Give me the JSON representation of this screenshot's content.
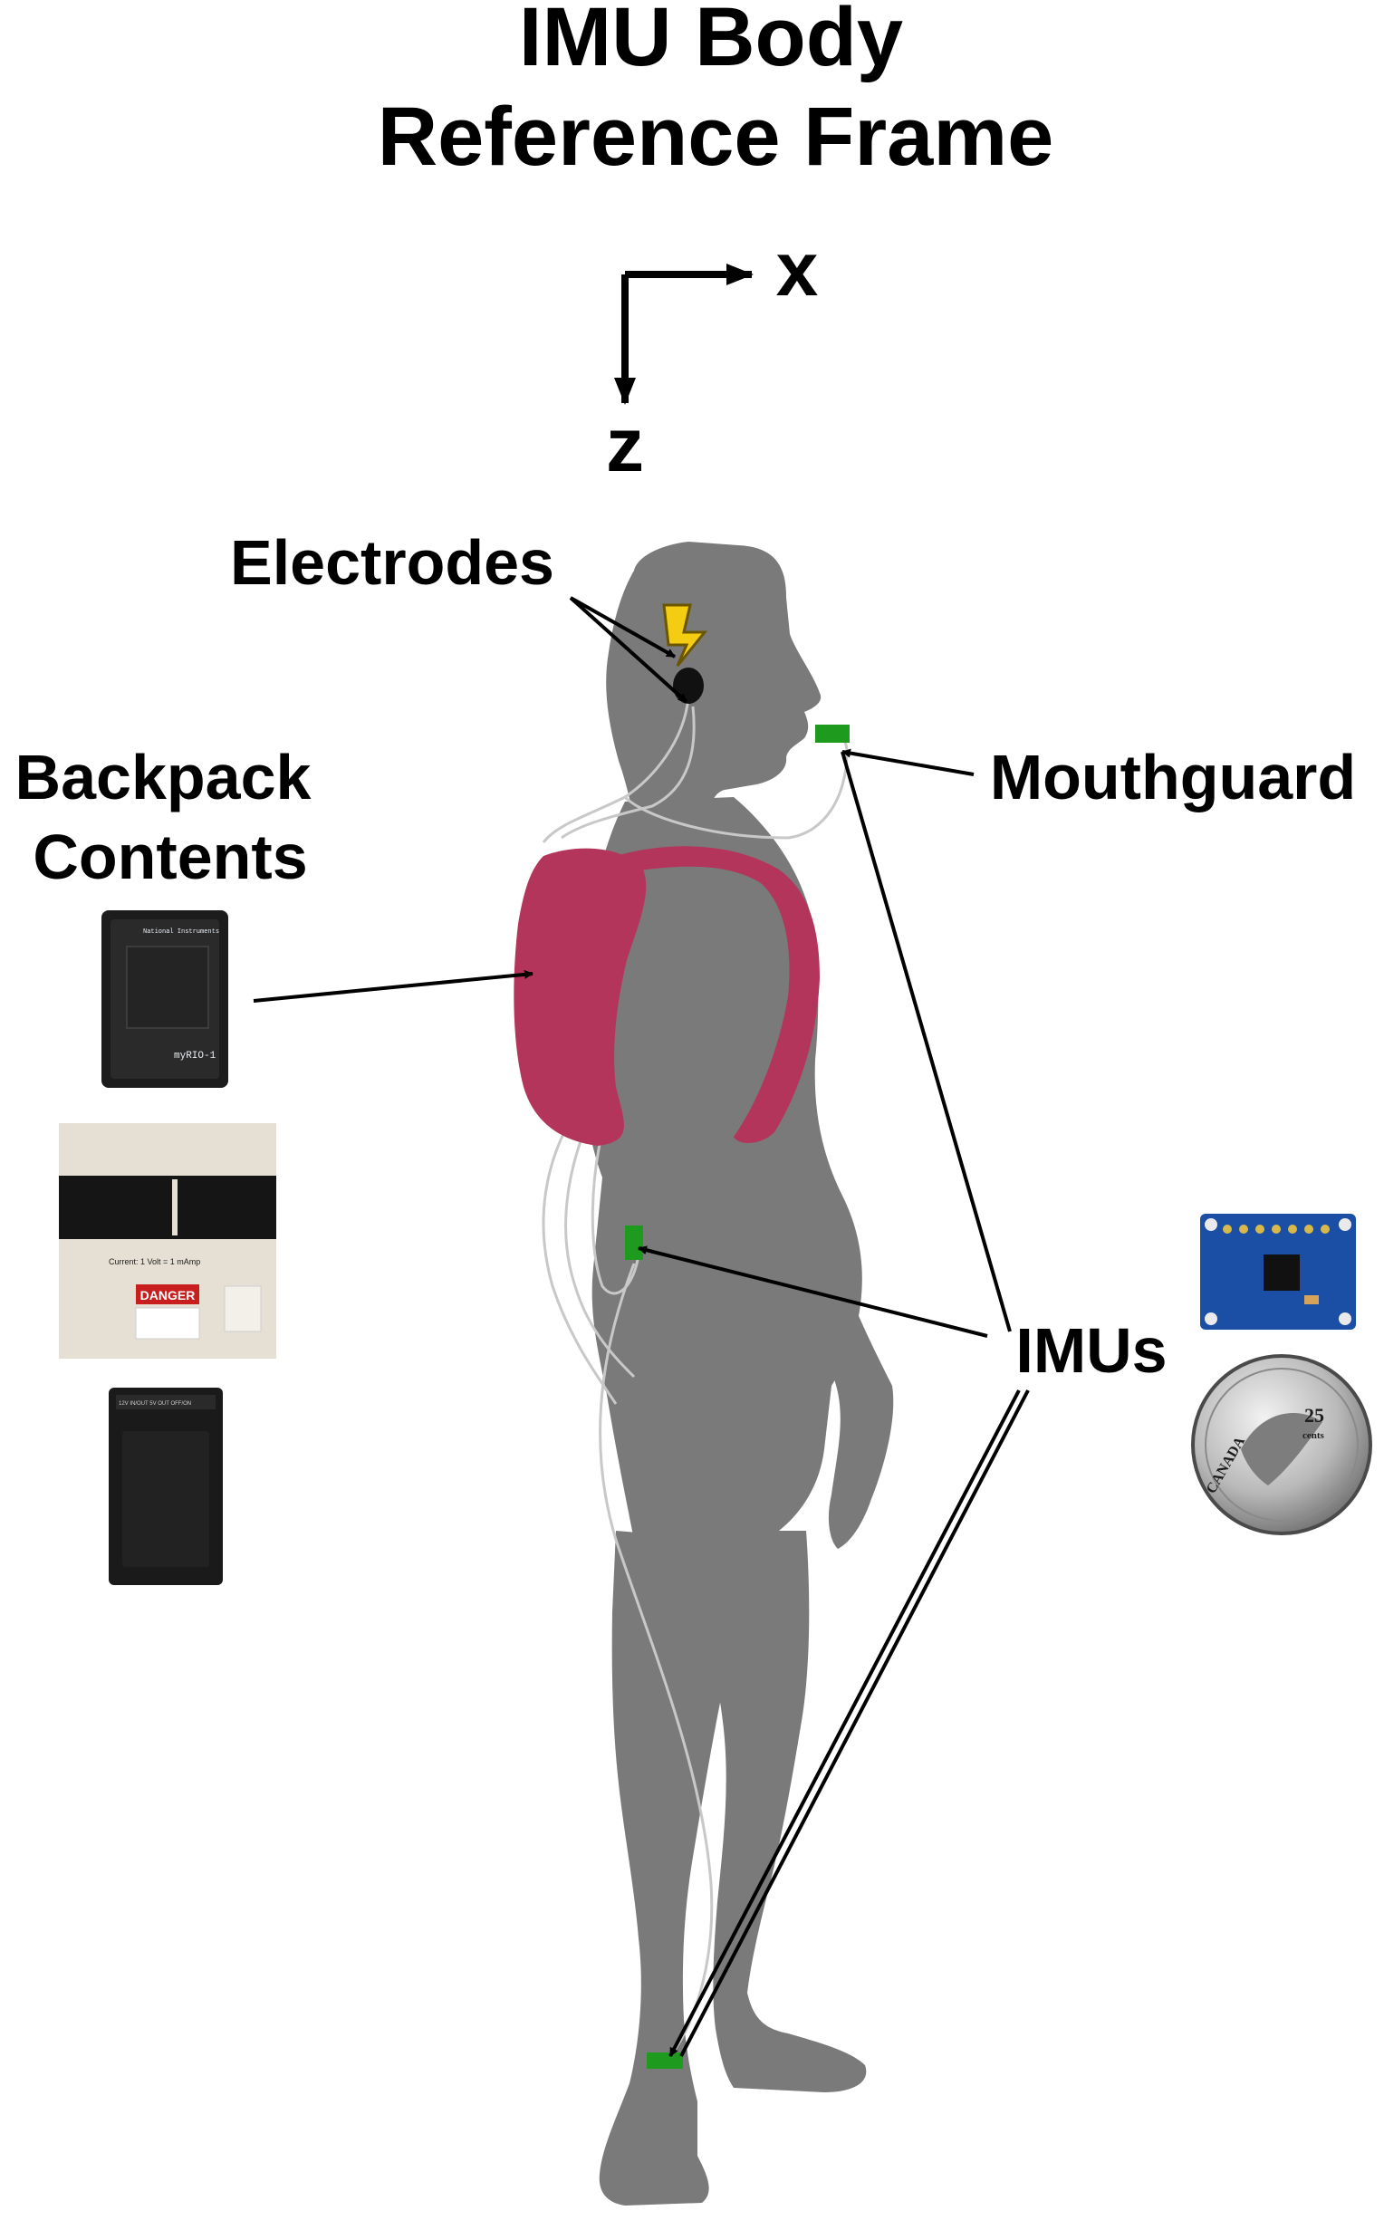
{
  "title": [
    "IMU Body",
    "Reference Frame"
  ],
  "axes": {
    "x_label": "x",
    "z_label": "z"
  },
  "labels": {
    "electrodes": "Electrodes",
    "backpack": [
      "Backpack",
      "Contents"
    ],
    "mouthguard": "Mouthguard",
    "imus": "IMUs"
  },
  "device_text": {
    "daq_brand": "National Instruments",
    "daq_model": "myRIO-1",
    "stim_current": "Current: 1 Volt = 1 mAmp",
    "stim_danger": "DANGER",
    "battery_top": "12V IN/OUT   5V OUT   OFF/ON"
  },
  "coin_text": {
    "country": "CANADA",
    "value": "25",
    "unit": "cents"
  },
  "colors": {
    "body": "#7a7a7a",
    "backpack": "#b4355c",
    "imu_marker": "#1e9a1e",
    "electrode_bolt": "#f4cd12",
    "wire": "#c8c8c8"
  },
  "icons": [
    "lightning-bolt-icon",
    "daq-device-photo",
    "stimulator-box-photo",
    "battery-pack-photo",
    "imu-board-photo",
    "quarter-coin-photo"
  ]
}
